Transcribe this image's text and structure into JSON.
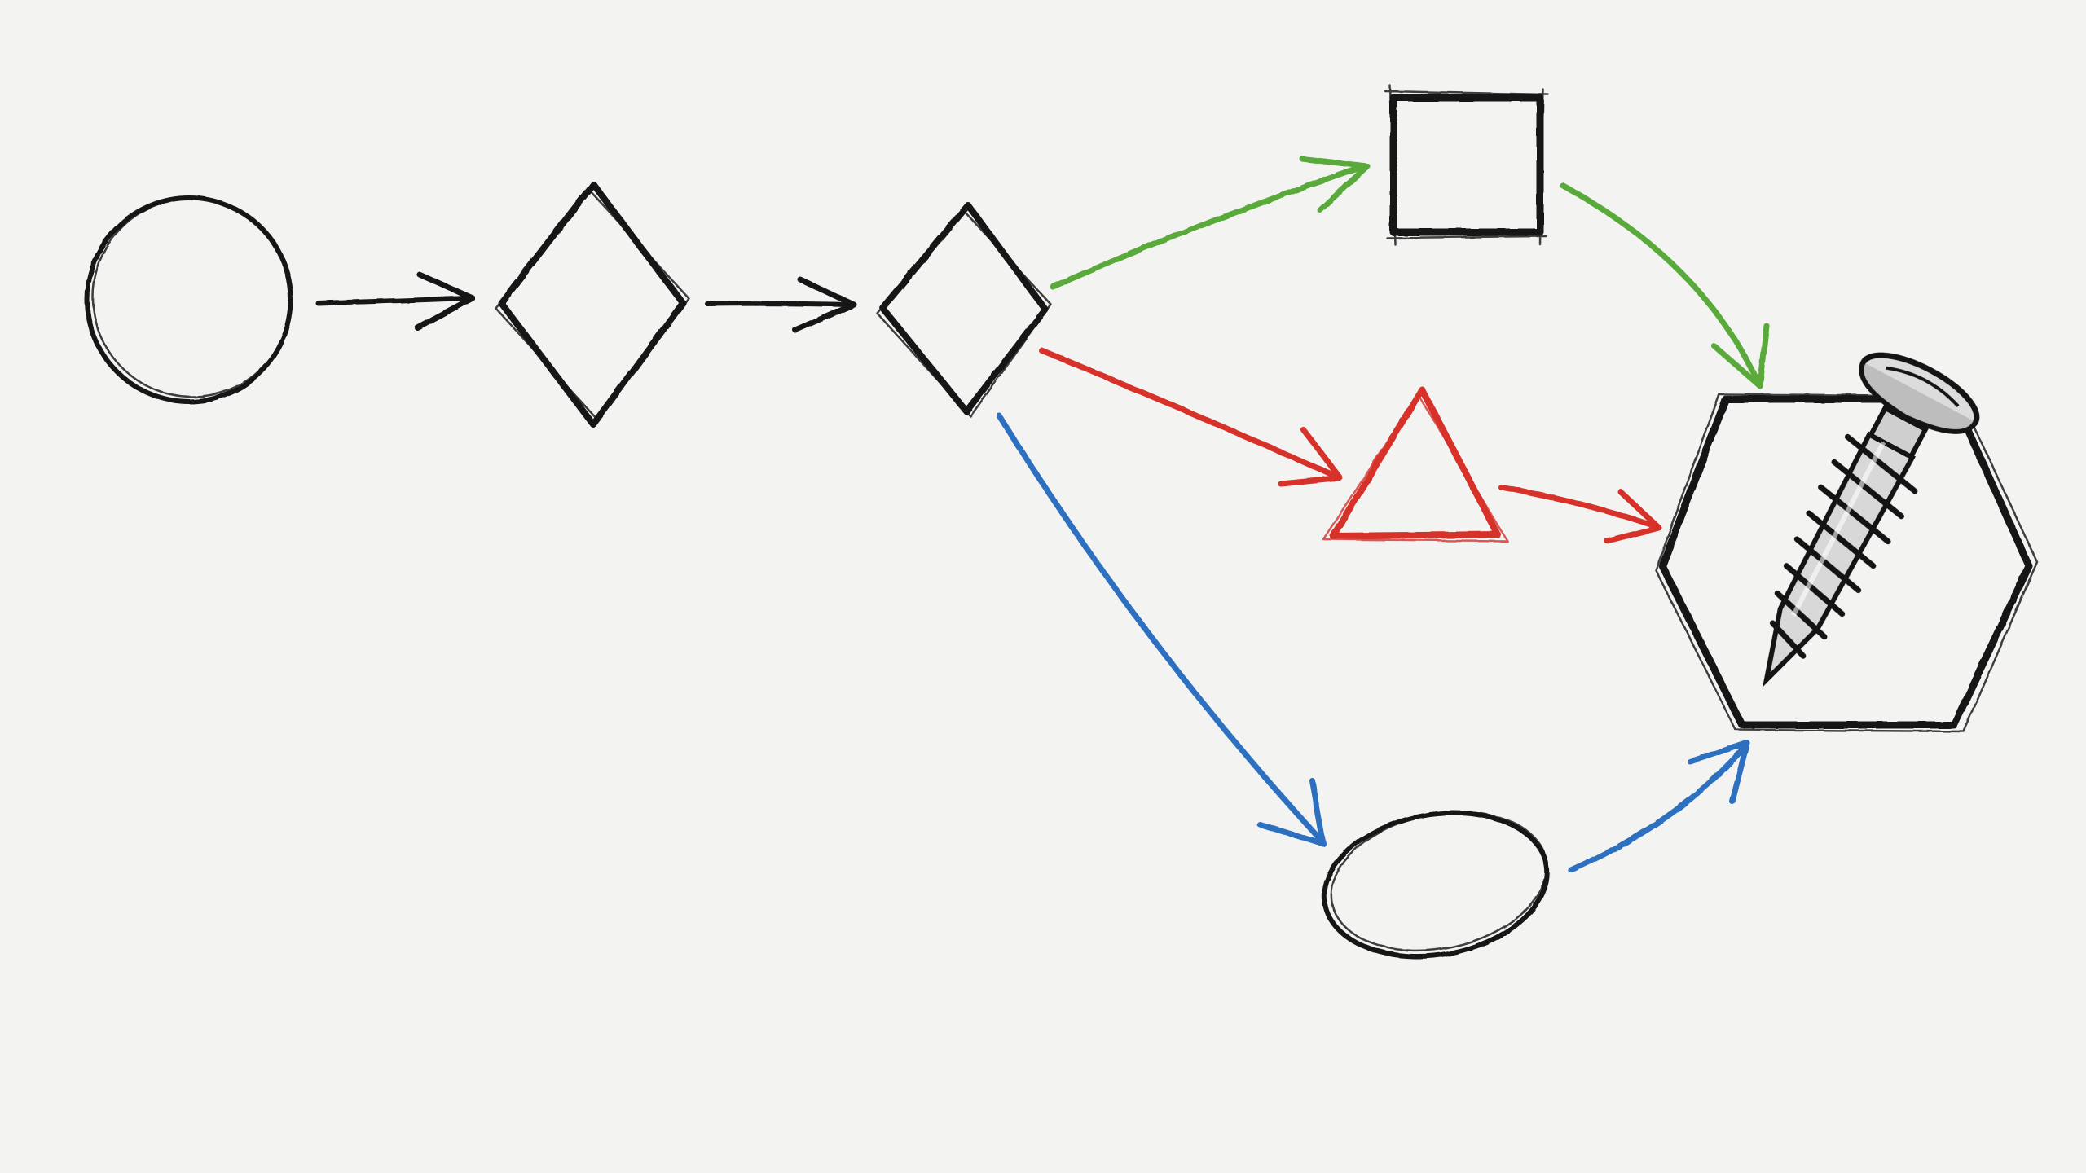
{
  "diagram": {
    "style": "hand-drawn sketch on paper",
    "colors": {
      "paper": "#f3f3f2",
      "ink": "#141414",
      "green": "#5aa93a",
      "red": "#d6312b",
      "blue": "#2f6fc0"
    },
    "nodes": [
      {
        "id": "start",
        "shape": "circle",
        "color": "ink"
      },
      {
        "id": "decision-1",
        "shape": "diamond",
        "color": "ink"
      },
      {
        "id": "decision-2",
        "shape": "diamond",
        "color": "ink"
      },
      {
        "id": "square",
        "shape": "square",
        "color": "ink"
      },
      {
        "id": "triangle",
        "shape": "triangle",
        "color": "red"
      },
      {
        "id": "ellipse",
        "shape": "ellipse",
        "color": "ink"
      },
      {
        "id": "end",
        "shape": "hexagon",
        "color": "ink",
        "icon": "screw-icon"
      }
    ],
    "edges": [
      {
        "from": "start",
        "to": "decision-1",
        "color": "ink"
      },
      {
        "from": "decision-1",
        "to": "decision-2",
        "color": "ink"
      },
      {
        "from": "decision-2",
        "to": "square",
        "color": "green"
      },
      {
        "from": "square",
        "to": "end",
        "color": "green"
      },
      {
        "from": "decision-2",
        "to": "triangle",
        "color": "red"
      },
      {
        "from": "triangle",
        "to": "end",
        "color": "red"
      },
      {
        "from": "decision-2",
        "to": "ellipse",
        "color": "blue"
      },
      {
        "from": "ellipse",
        "to": "end",
        "color": "blue"
      }
    ]
  }
}
